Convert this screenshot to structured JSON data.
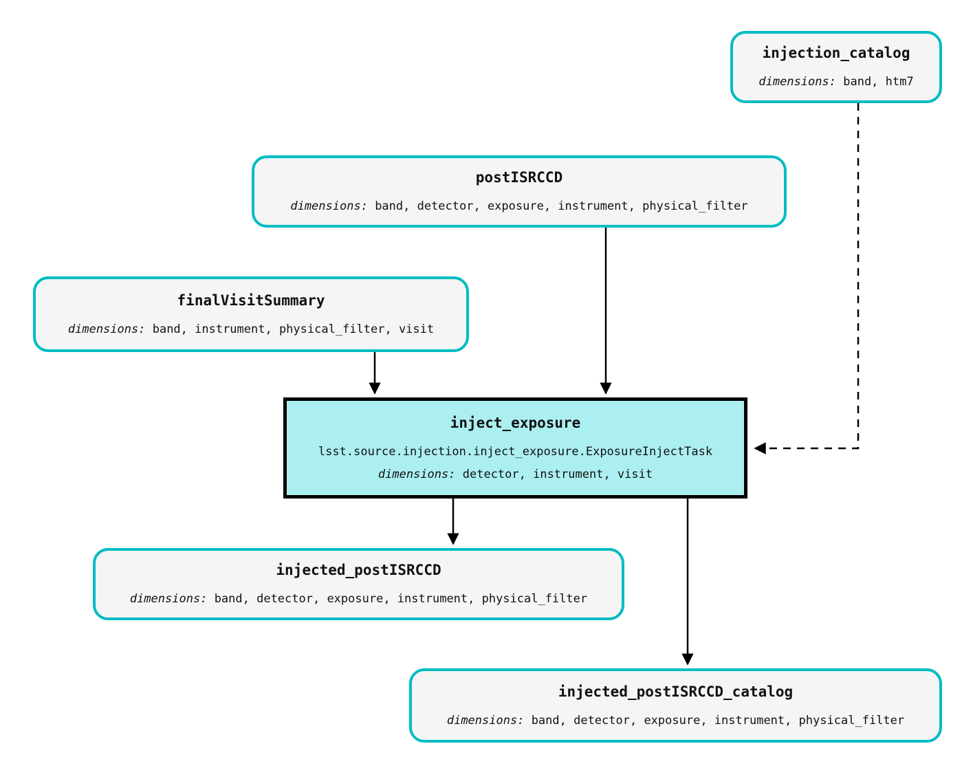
{
  "diagram": {
    "type": "pipeline-graph",
    "background_color": "#ffffff",
    "dataset_border_color": "#00bcc4",
    "dataset_fill_color": "#f5f5f5",
    "task_border_color": "#000000",
    "task_fill_color": "#aceff0",
    "edge_color": "#000000",
    "dimensions_label": "dimensions:"
  },
  "nodes": {
    "injection_catalog": {
      "title": "injection_catalog",
      "dims_label": "dimensions:",
      "dims_value": "band, htm7",
      "kind": "dataset"
    },
    "postISRCCD": {
      "title": "postISRCCD",
      "dims_label": "dimensions:",
      "dims_value": "band, detector, exposure, instrument, physical_filter",
      "kind": "dataset"
    },
    "finalVisitSummary": {
      "title": "finalVisitSummary",
      "dims_label": "dimensions:",
      "dims_value": "band, instrument, physical_filter, visit",
      "kind": "dataset"
    },
    "inject_exposure": {
      "title": "inject_exposure",
      "class_path": "lsst.source.injection.inject_exposure.ExposureInjectTask",
      "dims_label": "dimensions:",
      "dims_value": "detector, instrument, visit",
      "kind": "task"
    },
    "injected_postISRCCD": {
      "title": "injected_postISRCCD",
      "dims_label": "dimensions:",
      "dims_value": "band, detector, exposure, instrument, physical_filter",
      "kind": "dataset"
    },
    "injected_postISRCCD_catalog": {
      "title": "injected_postISRCCD_catalog",
      "dims_label": "dimensions:",
      "dims_value": "band, detector, exposure, instrument, physical_filter",
      "kind": "dataset"
    }
  },
  "edges": [
    {
      "from": "postISRCCD",
      "to": "inject_exposure",
      "style": "solid"
    },
    {
      "from": "finalVisitSummary",
      "to": "inject_exposure",
      "style": "solid"
    },
    {
      "from": "injection_catalog",
      "to": "inject_exposure",
      "style": "dashed"
    },
    {
      "from": "inject_exposure",
      "to": "injected_postISRCCD",
      "style": "solid"
    },
    {
      "from": "inject_exposure",
      "to": "injected_postISRCCD_catalog",
      "style": "solid"
    }
  ]
}
